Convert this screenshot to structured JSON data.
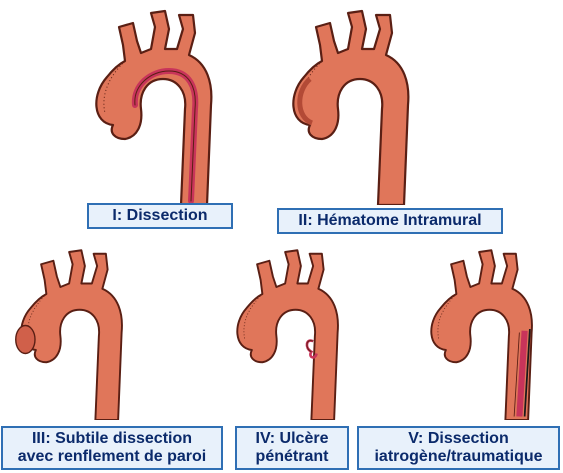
{
  "panels": [
    {
      "id": "I",
      "label": "I: Dissection"
    },
    {
      "id": "II",
      "label": "II: Hématome Intramural"
    },
    {
      "id": "III",
      "label_line1": "III: Subtile dissection",
      "label_line2": "avec renflement de paroi"
    },
    {
      "id": "IV",
      "label_line1": "IV: Ulcère",
      "label_line2": "pénétrant"
    },
    {
      "id": "V",
      "label_line1": "V: Dissection",
      "label_line2": "iatrogène/traumatique"
    }
  ],
  "colors": {
    "vessel": "#e0765a",
    "vessel_dark": "#b34a36",
    "outline": "#5a1f14",
    "false_lumen": "#c8345a",
    "label_fill": "#e8f1fb",
    "label_border": "#2f6fb4",
    "label_text": "#0b2a6b"
  }
}
